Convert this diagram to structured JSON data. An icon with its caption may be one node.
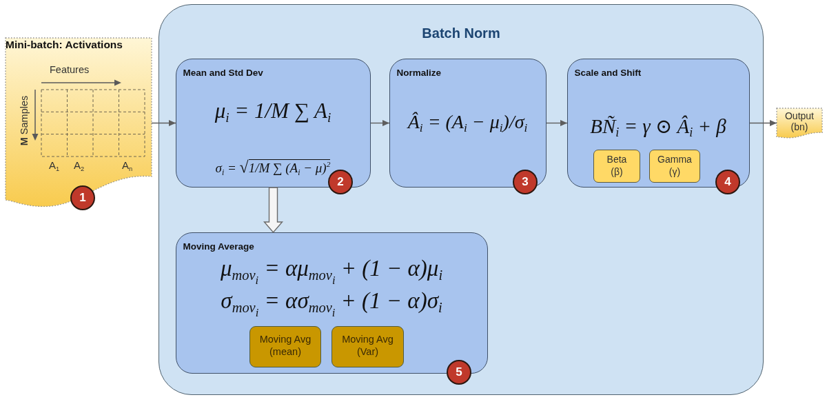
{
  "diagram": {
    "nodes": [
      {
        "text": [
          "Mini-batch: Activations",
          "Features",
          "**M** Samples",
          "A$_{1}$",
          "A$_{2}$",
          "A$_{n}$",
          "1"
        ]
      },
      {
        "text": [
          "Batch Norm"
        ]
      },
      {
        "text": [
          "Mean and Std Dev",
          "μ$_{i}$ = 1/M ∑ A$_{i}$",
          "σ$_{i}$ = √1/M ∑ (A$_{i}$ − μ)$^{2}$",
          "2"
        ],
        "in": 1
      },
      {
        "text": [
          "Normalize",
          "Â$_{i}$ = (A$_{i}$ − μ$_{i}$)/σ$_{i}$",
          "3"
        ],
        "in": 1
      },
      {
        "text": [
          "Scale and Shift",
          "BÑ$_{i}$ = γ ⊙ Â$_{i}$ + β",
          "4"
        ],
        "in": 1
      },
      {
        "text": [
          "Beta (β)"
        ],
        "in": 4
      },
      {
        "text": [
          "Gamma (γ)"
        ],
        "in": 4
      },
      {
        "text": [
          "Output (bn)"
        ]
      },
      {
        "text": [
          "Moving Average",
          "μ$_{mov}$$_{i}$ = αμ$_{mov}$$_{i}$ + (1 − α)μ$_{i}$",
          "σ$_{mov}$$_{i}$ = ασ$_{mov}$$_{i}$ + (1 − α)σ$_{i}$",
          "5"
        ],
        "in": 1
      },
      {
        "text": [
          "Moving Avg (mean)"
        ],
        "in": 8
      },
      {
        "text": [
          "Moving Avg (Var)"
        ],
        "in": 8
      }
    ],
    "edges": [
      {
        "from": 0,
        "to": 2,
        "arrow": "to"
      },
      {
        "from": 2,
        "to": 3,
        "arrow": "to"
      },
      {
        "from": 3,
        "to": 4,
        "arrow": "to"
      },
      {
        "from": 4,
        "to": 7,
        "arrow": "to"
      },
      {
        "from": 2,
        "to": 8,
        "arrow": "to",
        "style": "thick"
      }
    ]
  }
}
